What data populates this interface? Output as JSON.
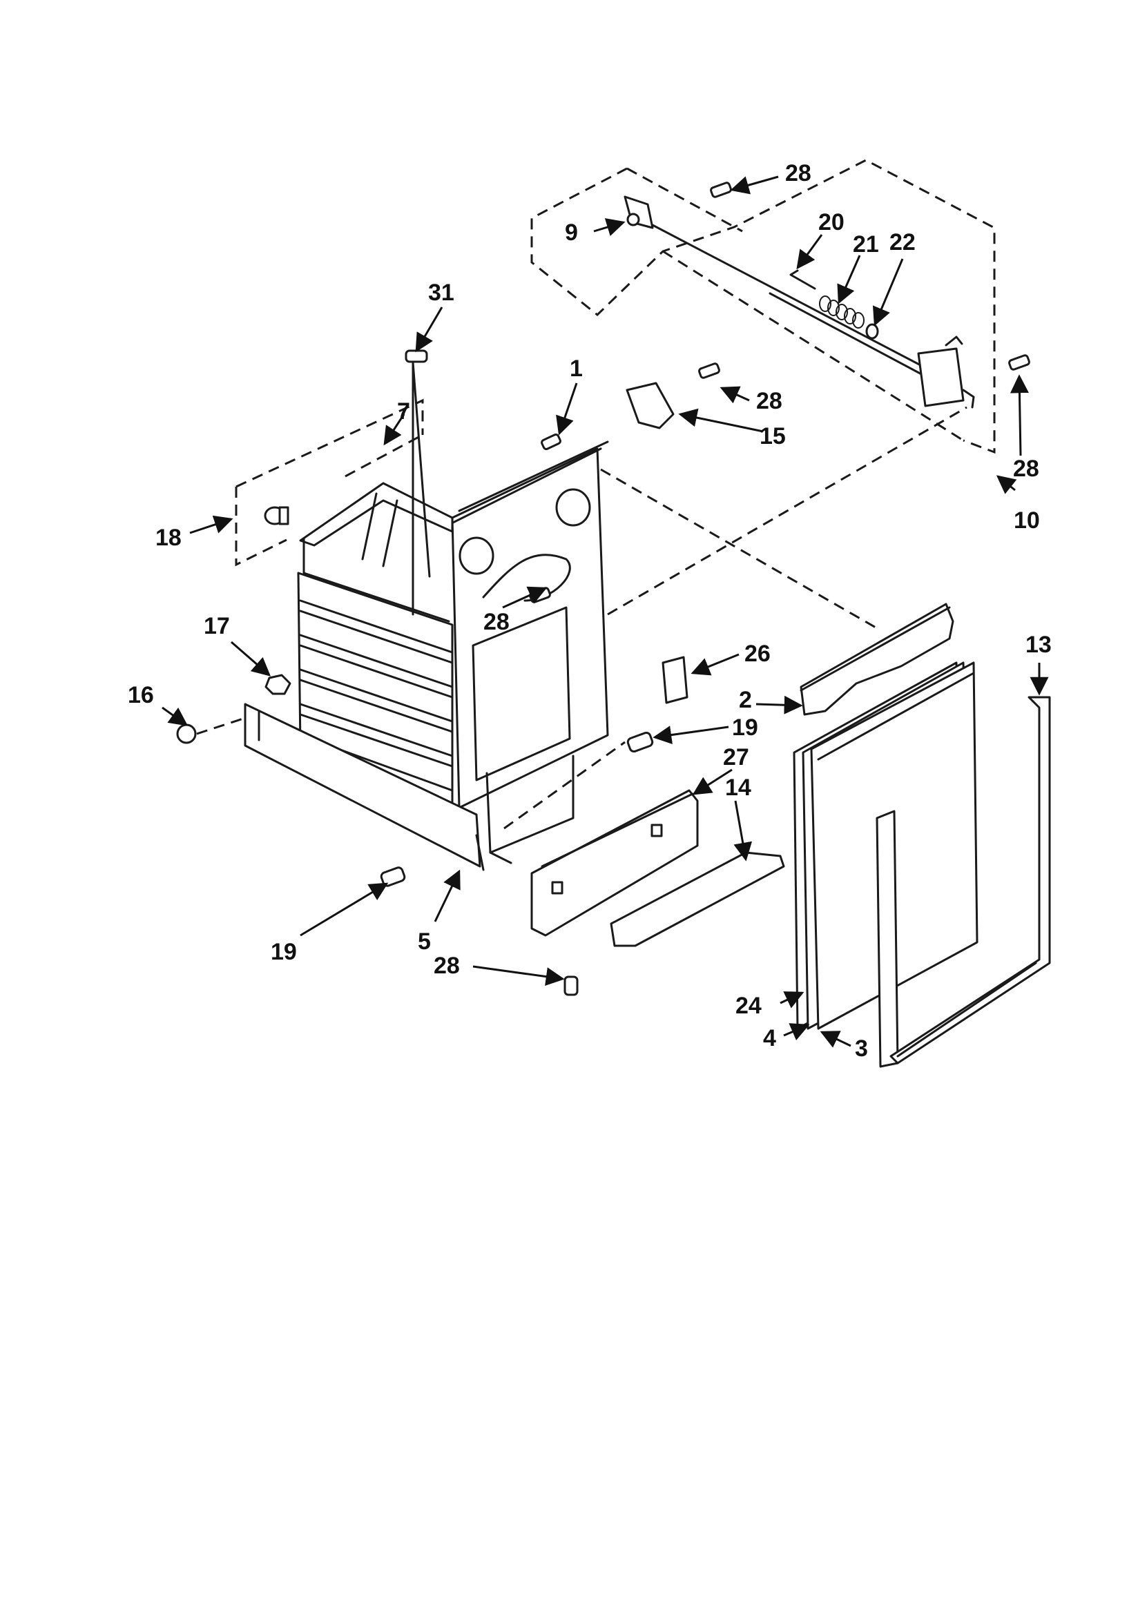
{
  "callouts": {
    "c1": "1",
    "c2": "2",
    "c3": "3",
    "c4": "4",
    "c5": "5",
    "c7": "7",
    "c9": "9",
    "c10": "10",
    "c13": "13",
    "c14": "14",
    "c15": "15",
    "c16": "16",
    "c17": "17",
    "c18": "18",
    "c19a": "19",
    "c19b": "19",
    "c20": "20",
    "c21": "21",
    "c22": "22",
    "c24": "24",
    "c26": "26",
    "c27": "27",
    "c28a": "28",
    "c28b": "28",
    "c28c": "28",
    "c28d": "28",
    "c28e": "28",
    "c31": "31"
  }
}
